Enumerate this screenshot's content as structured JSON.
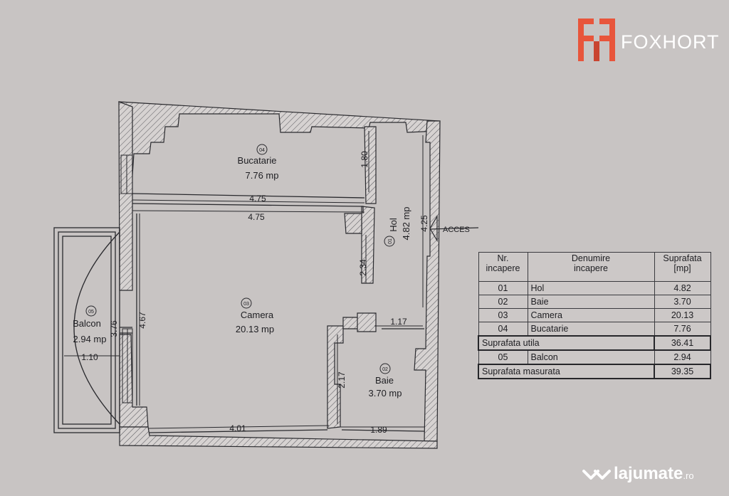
{
  "brand": {
    "name": "FOXHORT",
    "logo": "fh-logo-icon",
    "color": "#e8553b"
  },
  "watermark": {
    "text": "lajumate",
    "suffix": ".ro",
    "icon": "heart-icon"
  },
  "rooms": {
    "bucatarie": {
      "num": "04",
      "name": "Bucatarie",
      "area": "7.76 mp"
    },
    "hol": {
      "num": "01",
      "name": "Hol",
      "area": "4.82 mp"
    },
    "camera": {
      "num": "03",
      "name": "Camera",
      "area": "20.13 mp"
    },
    "baie": {
      "num": "02",
      "name": "Baie",
      "area": "3.70 mp"
    },
    "balcon": {
      "num": "05",
      "name": "Balcon",
      "area": "2.94 mp"
    }
  },
  "dims": {
    "kitchen_depth": "1.80",
    "kitchen_width": "4.75",
    "room_width": "4.75",
    "hall_length": "4.25",
    "room_wall": "2.34",
    "bath_width_top": "1.17",
    "room_depth": "4.67",
    "balcony_depth": "3.76",
    "balcony_width": "1.10",
    "bath_depth": "2.17",
    "room_bottom": "4.01",
    "bath_bottom": "1.89"
  },
  "access_label": "ACCES",
  "table": {
    "headers": [
      "Nr.\nincapere",
      "Denumire\nincapere",
      "Suprafata\n[mp]"
    ],
    "rows": [
      {
        "nr": "01",
        "name": "Hol",
        "area": "4.82"
      },
      {
        "nr": "02",
        "name": "Baie",
        "area": "3.70"
      },
      {
        "nr": "03",
        "name": "Camera",
        "area": "20.13"
      },
      {
        "nr": "04",
        "name": "Bucatarie",
        "area": "7.76"
      }
    ],
    "utila": {
      "label": "Suprafata utila",
      "area": "36.41"
    },
    "balcon_row": {
      "nr": "05",
      "name": "Balcon",
      "area": "2.94"
    },
    "masurata": {
      "label": "Suprafata masurata",
      "area": "39.35"
    }
  }
}
